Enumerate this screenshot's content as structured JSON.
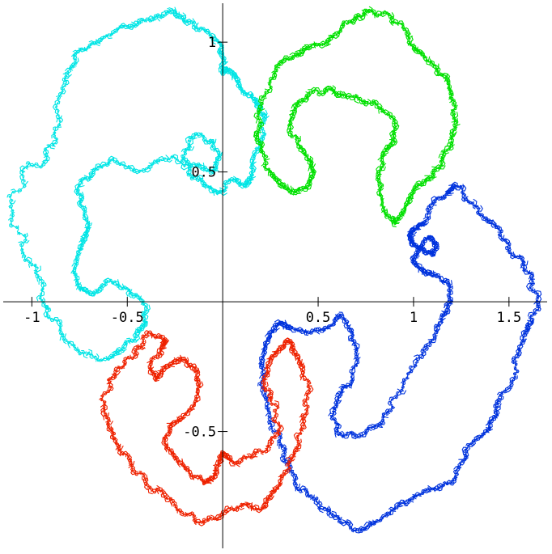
{
  "chart_data": {
    "type": "line",
    "title": "",
    "xlabel": "",
    "ylabel": "",
    "xlim": [
      -1.15,
      1.7
    ],
    "ylim": [
      -0.95,
      1.15
    ],
    "grid": false,
    "x_ticks": [
      {
        "value": -1,
        "label": "-1"
      },
      {
        "value": -0.5,
        "label": "-0.5"
      },
      {
        "value": 0.5,
        "label": "0.5"
      },
      {
        "value": 1,
        "label": "1"
      },
      {
        "value": 1.5,
        "label": "1.5"
      }
    ],
    "y_ticks": [
      {
        "value": 1,
        "label": "1"
      },
      {
        "value": 0.5,
        "label": "0.5"
      },
      {
        "value": -0.5,
        "label": "-0.5"
      }
    ],
    "series": [
      {
        "color": "#00e5e5",
        "x": [
          -0.92,
          -0.97,
          -1.05,
          -1.1,
          -1.05,
          -0.92,
          -0.88,
          -0.85,
          -0.8,
          -0.75,
          -0.65,
          -0.55,
          -0.45,
          -0.35,
          -0.25,
          -0.2,
          -0.1,
          -0.02,
          0.0,
          0.0,
          0.02,
          0.06,
          0.1,
          0.16,
          0.2,
          0.22,
          0.2,
          0.16,
          0.15,
          0.12,
          0.05,
          -0.02,
          -0.1,
          -0.18,
          -0.2,
          -0.15,
          -0.05,
          -0.02,
          -0.05,
          -0.15,
          -0.3,
          -0.45,
          -0.58,
          -0.68,
          -0.75,
          -0.75,
          -0.7,
          -0.72,
          -0.75,
          -0.78,
          -0.75,
          -0.68,
          -0.6,
          -0.5,
          -0.42,
          -0.4,
          -0.45,
          -0.52,
          -0.6,
          -0.75,
          -0.85,
          -0.92
        ],
        "y": [
          -0.02,
          0.1,
          0.2,
          0.35,
          0.5,
          0.55,
          0.65,
          0.8,
          0.9,
          0.97,
          1.0,
          1.05,
          1.07,
          1.1,
          1.12,
          1.08,
          1.05,
          1.0,
          0.95,
          0.88,
          0.9,
          0.87,
          0.82,
          0.78,
          0.75,
          0.7,
          0.62,
          0.55,
          0.48,
          0.45,
          0.47,
          0.42,
          0.45,
          0.5,
          0.58,
          0.64,
          0.62,
          0.55,
          0.5,
          0.53,
          0.55,
          0.5,
          0.55,
          0.5,
          0.45,
          0.38,
          0.3,
          0.25,
          0.2,
          0.12,
          0.05,
          0.03,
          0.08,
          0.05,
          0.0,
          -0.08,
          -0.12,
          -0.18,
          -0.22,
          -0.2,
          -0.12,
          -0.02
        ]
      },
      {
        "color": "#00e000",
        "x": [
          0.18,
          0.2,
          0.25,
          0.3,
          0.38,
          0.45,
          0.55,
          0.62,
          0.7,
          0.78,
          0.88,
          0.95,
          1.0,
          1.05,
          1.12,
          1.18,
          1.2,
          1.22,
          1.2,
          1.15,
          1.1,
          1.02,
          0.98,
          0.95,
          0.9,
          0.85,
          0.82,
          0.82,
          0.85,
          0.9,
          0.9,
          0.82,
          0.72,
          0.62,
          0.55,
          0.45,
          0.38,
          0.35,
          0.4,
          0.45,
          0.48,
          0.45,
          0.38,
          0.3,
          0.25,
          0.2,
          0.18
        ],
        "y": [
          0.65,
          0.75,
          0.85,
          0.92,
          0.95,
          0.98,
          1.0,
          1.05,
          1.1,
          1.12,
          1.1,
          1.05,
          0.98,
          0.95,
          0.9,
          0.85,
          0.78,
          0.7,
          0.62,
          0.55,
          0.48,
          0.45,
          0.4,
          0.35,
          0.3,
          0.35,
          0.42,
          0.5,
          0.58,
          0.62,
          0.7,
          0.75,
          0.78,
          0.8,
          0.82,
          0.8,
          0.75,
          0.68,
          0.6,
          0.55,
          0.5,
          0.45,
          0.42,
          0.45,
          0.5,
          0.58,
          0.65
        ]
      },
      {
        "color": "#0033dd",
        "x": [
          1.05,
          1.1,
          1.18,
          1.22,
          1.3,
          1.38,
          1.45,
          1.5,
          1.58,
          1.62,
          1.65,
          1.62,
          1.58,
          1.55,
          1.52,
          1.45,
          1.42,
          1.38,
          1.3,
          1.25,
          1.2,
          1.1,
          1.0,
          0.9,
          0.8,
          0.72,
          0.62,
          0.55,
          0.45,
          0.38,
          0.35,
          0.3,
          0.25,
          0.22,
          0.2,
          0.22,
          0.25,
          0.3,
          0.35,
          0.45,
          0.55,
          0.62,
          0.68,
          0.7,
          0.68,
          0.62,
          0.58,
          0.6,
          0.7,
          0.8,
          0.88,
          0.95,
          1.05,
          1.12,
          1.15,
          1.2,
          1.18,
          1.1,
          1.05,
          1.0,
          1.02,
          1.08,
          1.12,
          1.1,
          1.05,
          1.0,
          0.98,
          1.0,
          1.05
        ],
        "y": [
          0.3,
          0.38,
          0.42,
          0.45,
          0.38,
          0.32,
          0.28,
          0.2,
          0.15,
          0.08,
          0.0,
          -0.08,
          -0.12,
          -0.2,
          -0.3,
          -0.38,
          -0.45,
          -0.5,
          -0.55,
          -0.62,
          -0.7,
          -0.72,
          -0.75,
          -0.8,
          -0.85,
          -0.88,
          -0.85,
          -0.8,
          -0.75,
          -0.7,
          -0.62,
          -0.55,
          -0.45,
          -0.35,
          -0.25,
          -0.18,
          -0.12,
          -0.08,
          -0.1,
          -0.12,
          -0.1,
          -0.05,
          -0.12,
          -0.2,
          -0.3,
          -0.35,
          -0.42,
          -0.5,
          -0.52,
          -0.48,
          -0.42,
          -0.3,
          -0.2,
          -0.12,
          -0.05,
          0.0,
          0.08,
          0.1,
          0.12,
          0.15,
          0.2,
          0.25,
          0.22,
          0.18,
          0.2,
          0.22,
          0.25,
          0.28,
          0.3
        ]
      },
      {
        "color": "#ee2200",
        "x": [
          -0.3,
          -0.38,
          -0.45,
          -0.52,
          -0.6,
          -0.62,
          -0.6,
          -0.55,
          -0.48,
          -0.4,
          -0.3,
          -0.2,
          -0.1,
          0.0,
          0.1,
          0.2,
          0.25,
          0.3,
          0.35,
          0.4,
          0.42,
          0.45,
          0.42,
          0.38,
          0.35,
          0.3,
          0.25,
          0.22,
          0.25,
          0.3,
          0.25,
          0.15,
          0.05,
          0.0,
          -0.02,
          -0.05,
          -0.1,
          -0.18,
          -0.25,
          -0.3,
          -0.28,
          -0.22,
          -0.15,
          -0.12,
          -0.15,
          -0.22,
          -0.3,
          -0.35,
          -0.38,
          -0.32,
          -0.3
        ],
        "y": [
          -0.15,
          -0.12,
          -0.18,
          -0.25,
          -0.3,
          -0.4,
          -0.48,
          -0.55,
          -0.62,
          -0.7,
          -0.75,
          -0.82,
          -0.85,
          -0.82,
          -0.78,
          -0.8,
          -0.75,
          -0.7,
          -0.62,
          -0.55,
          -0.45,
          -0.35,
          -0.25,
          -0.2,
          -0.15,
          -0.18,
          -0.22,
          -0.3,
          -0.38,
          -0.48,
          -0.55,
          -0.6,
          -0.62,
          -0.58,
          -0.62,
          -0.68,
          -0.7,
          -0.65,
          -0.6,
          -0.55,
          -0.48,
          -0.45,
          -0.4,
          -0.32,
          -0.25,
          -0.22,
          -0.25,
          -0.3,
          -0.25,
          -0.18,
          -0.15
        ]
      }
    ]
  }
}
